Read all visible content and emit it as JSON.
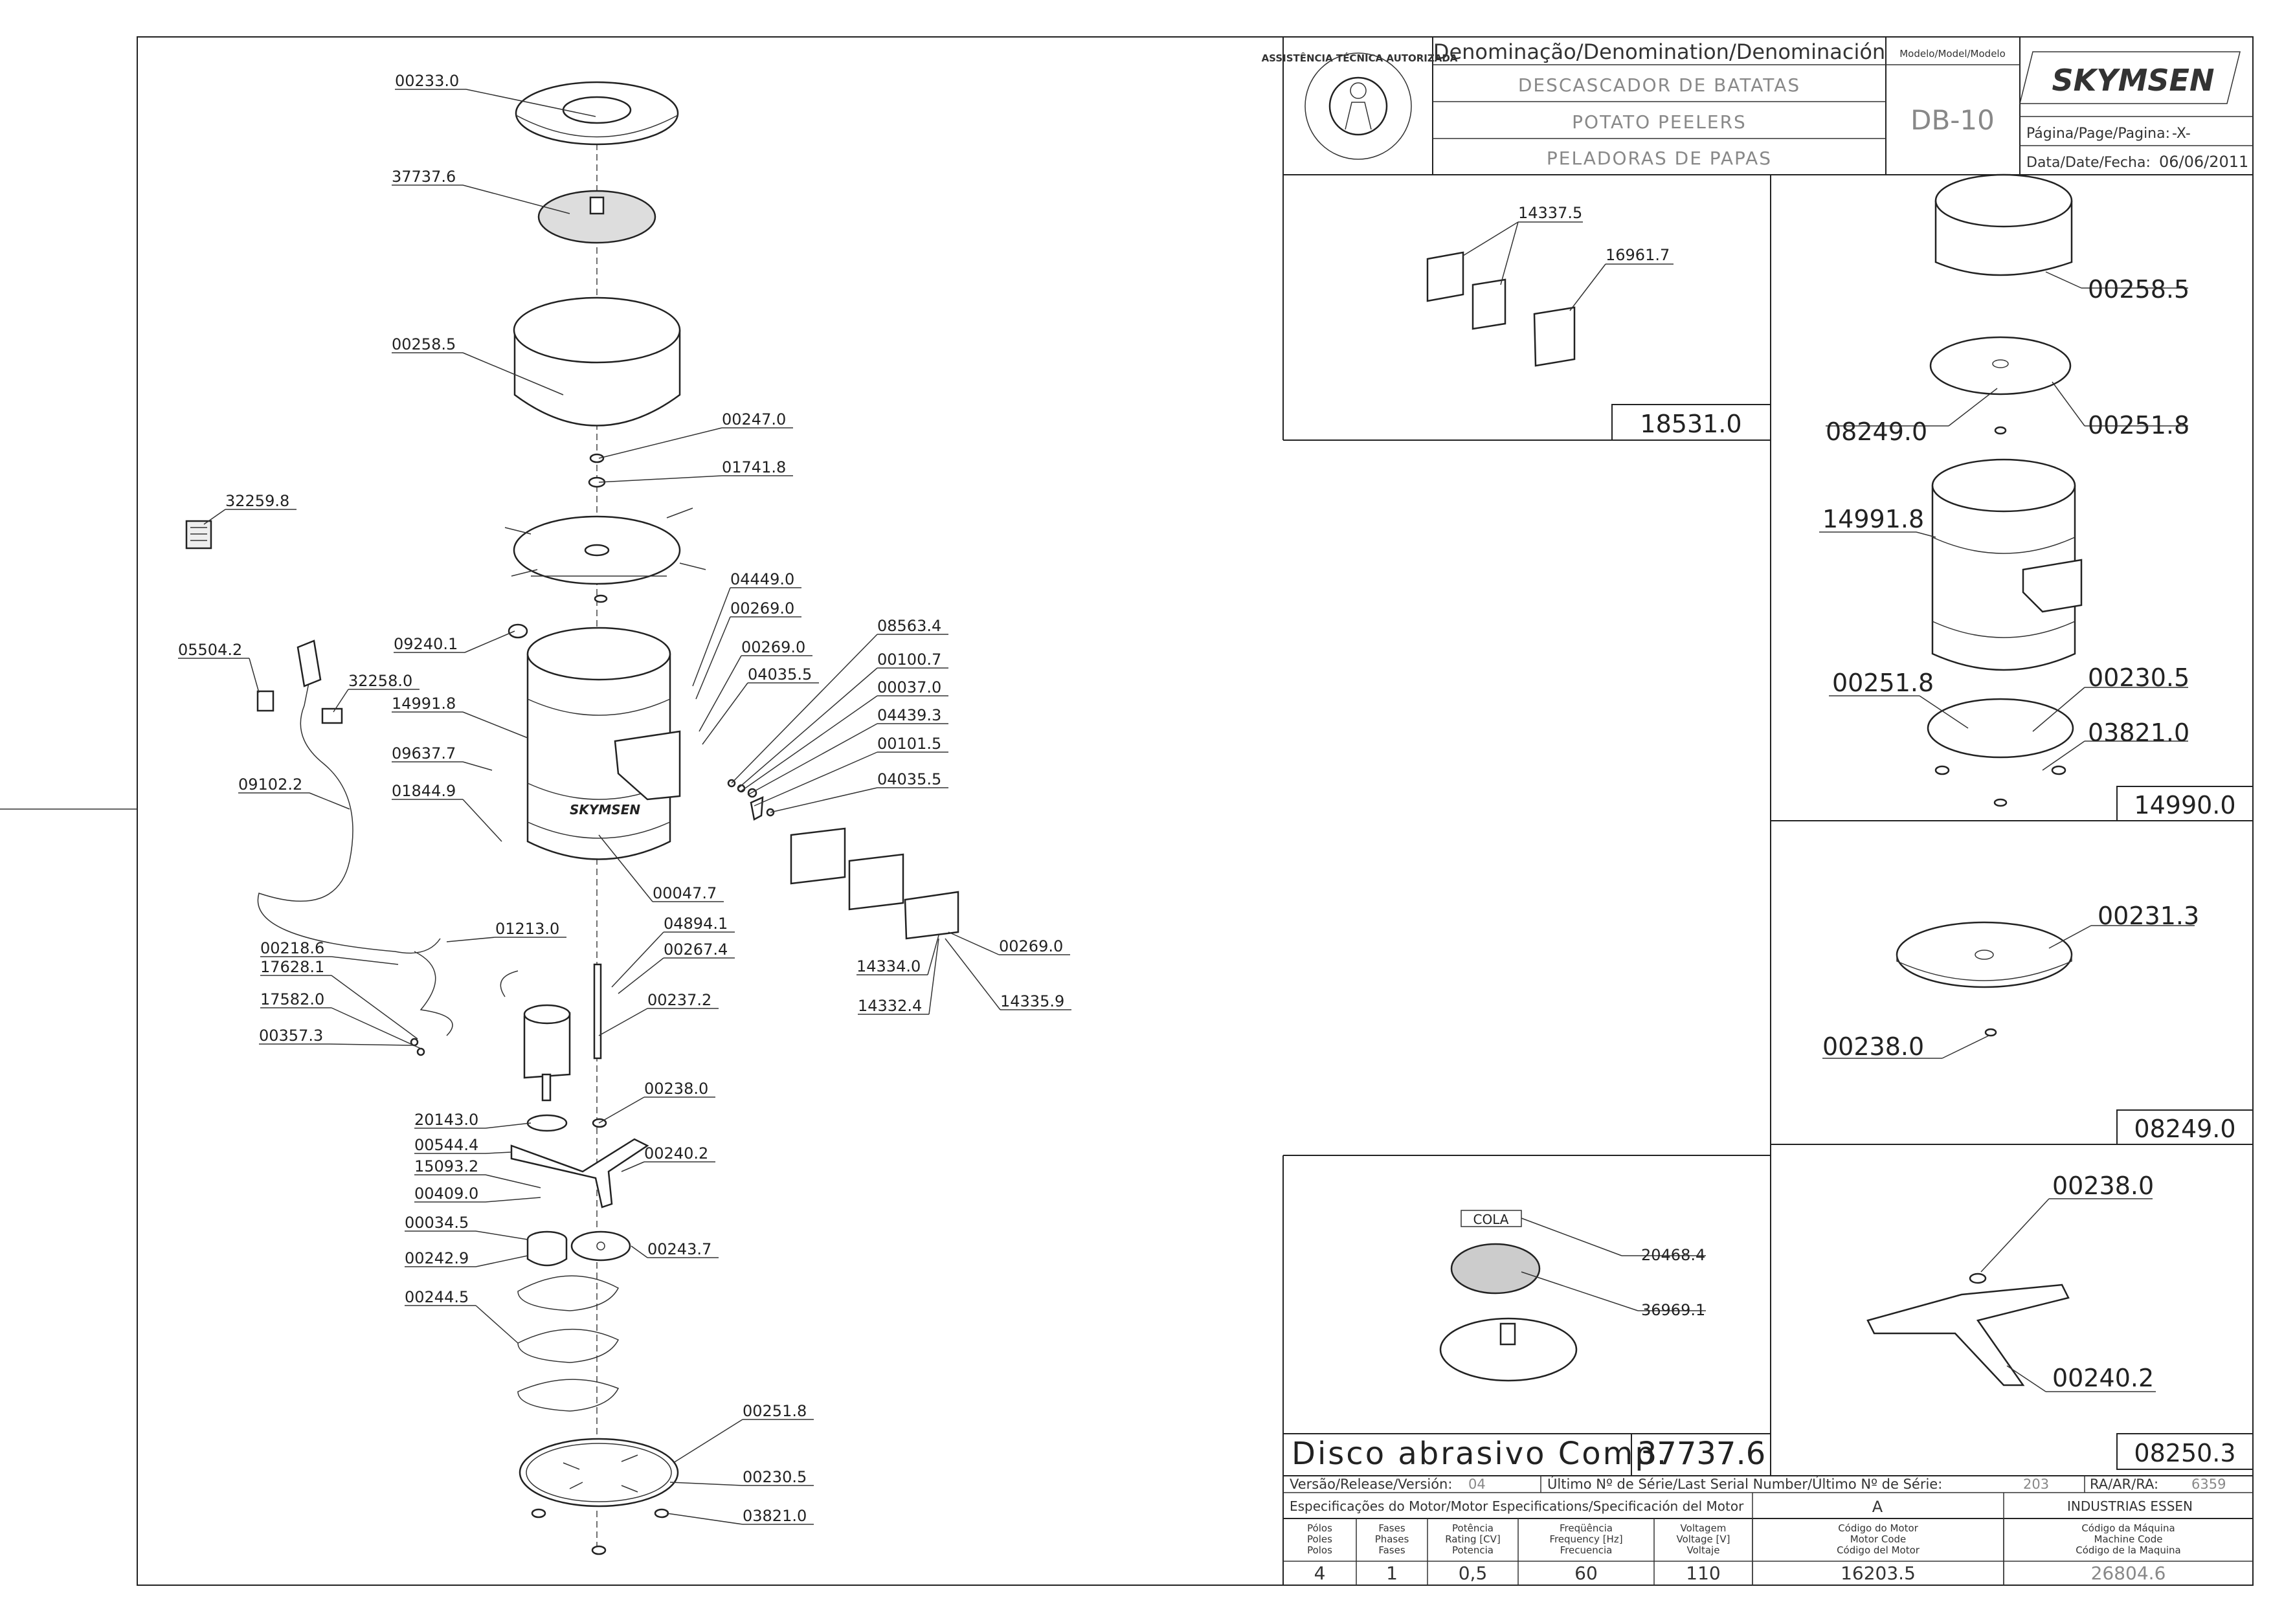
{
  "header": {
    "denomination_label": "Denominação/Denomination/Denominación",
    "names": [
      "DESCASCADOR DE BATATAS",
      "POTATO PEELERS",
      "PELADORAS DE PAPAS"
    ],
    "model_label": "Modelo/Model/Modelo",
    "model": "DB-10",
    "brand": "SKYMSEN",
    "page_label": "Página/Page/Pagina:",
    "page_value": "-X-",
    "date_label": "Data/Date/Fecha:",
    "date_value": "06/06/2011",
    "seal_text": "ASSISTÊNCIA TÉCNICA AUTORIZADA"
  },
  "main_labels": [
    "00233.0",
    "37737.6",
    "00258.5",
    "00247.0",
    "01741.8",
    "32259.8",
    "04449.0",
    "00269.0",
    "00269.0",
    "08563.4",
    "04035.5",
    "00100.7",
    "00037.0",
    "04439.3",
    "00101.5",
    "04035.5",
    "09240.1",
    "05504.2",
    "32258.0",
    "14991.8",
    "09637.7",
    "09102.2",
    "01844.9",
    "00047.7",
    "01213.0",
    "04894.1",
    "00267.4",
    "00218.6",
    "17628.1",
    "17582.0",
    "00357.3",
    "00237.2",
    "14334.0",
    "00269.0",
    "14332.4",
    "14335.9",
    "00238.0",
    "20143.0",
    "00544.4",
    "00240.2",
    "15093.2",
    "00409.0",
    "00034.5",
    "00242.9",
    "00243.7",
    "00244.5",
    "00251.8",
    "00230.5",
    "03821.0"
  ],
  "panels": {
    "p18531": {
      "code": "18531.0",
      "labels": [
        "14337.5",
        "16961.7"
      ]
    },
    "p14990": {
      "code": "14990.0",
      "labels": [
        "00258.5",
        "08249.0",
        "00251.8",
        "14991.8",
        "00251.8",
        "00230.5",
        "03821.0"
      ]
    },
    "p08249": {
      "code": "08249.0",
      "labels": [
        "00231.3",
        "00238.0"
      ]
    },
    "p37737": {
      "cola": "COLA",
      "labels": [
        "20468.4",
        "36969.1"
      ],
      "title": "Disco abrasivo Comp.",
      "code": "37737.6"
    },
    "p08250": {
      "code": "08250.3",
      "labels": [
        "00238.0",
        "00240.2"
      ]
    }
  },
  "footer": {
    "version_label": "Versão/Release/Versión:",
    "version_value": "04",
    "serial_label": "Último Nº de Série/Last Serial Number/Último Nº de Série:",
    "serial_value": "203",
    "ra_label": "RA/AR/RA:",
    "ra_value": "6359",
    "spec_label": "Especificações do Motor/Motor Especifications/Specificación del Motor",
    "spec_letter": "A",
    "company": "INDUSTRIAS ESSEN",
    "columns": [
      {
        "h": [
          "Pólos",
          "Poles",
          "Polos"
        ],
        "v": "4"
      },
      {
        "h": [
          "Fases",
          "Phases",
          "Fases"
        ],
        "v": "1"
      },
      {
        "h": [
          "Potência",
          "Rating [CV]",
          "Potencia"
        ],
        "v": "0,5"
      },
      {
        "h": [
          "Freqüência",
          "Frequency [Hz]",
          "Frecuencia"
        ],
        "v": "60"
      },
      {
        "h": [
          "Voltagem",
          "Voltage [V]",
          "Voltaje"
        ],
        "v": "110"
      },
      {
        "h": [
          "Código do Motor",
          "Motor Code",
          "Código del Motor"
        ],
        "v": "16203.5"
      },
      {
        "h": [
          "Código da Máquina",
          "Machine Code",
          "Código de la Maquina"
        ],
        "v": "26804.6"
      }
    ]
  },
  "icons": {
    "seal": "technician-seal-icon",
    "logo": "skymsen-logo"
  }
}
